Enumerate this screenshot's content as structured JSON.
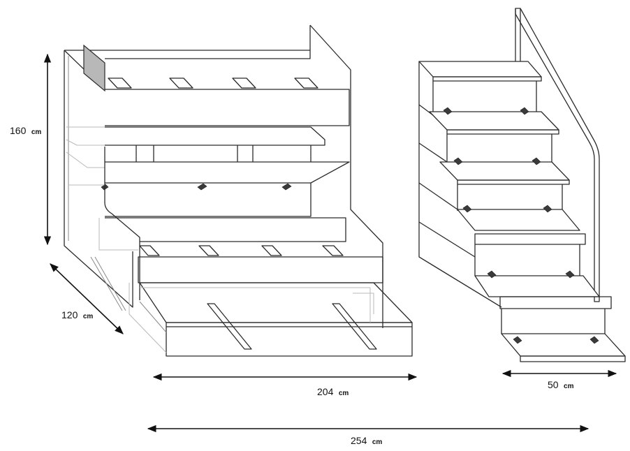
{
  "dimensions": {
    "height": {
      "value": "160",
      "unit": "cm"
    },
    "depth": {
      "value": "120",
      "unit": "cm"
    },
    "bed_width": {
      "value": "204",
      "unit": "cm"
    },
    "stair_width": {
      "value": "50",
      "unit": "cm"
    },
    "total_width": {
      "value": "254",
      "unit": "cm"
    }
  },
  "colors": {
    "line": "#2b2b2b",
    "ghost": "#b9b9b9",
    "accent_panel": "#b8b8b8"
  }
}
